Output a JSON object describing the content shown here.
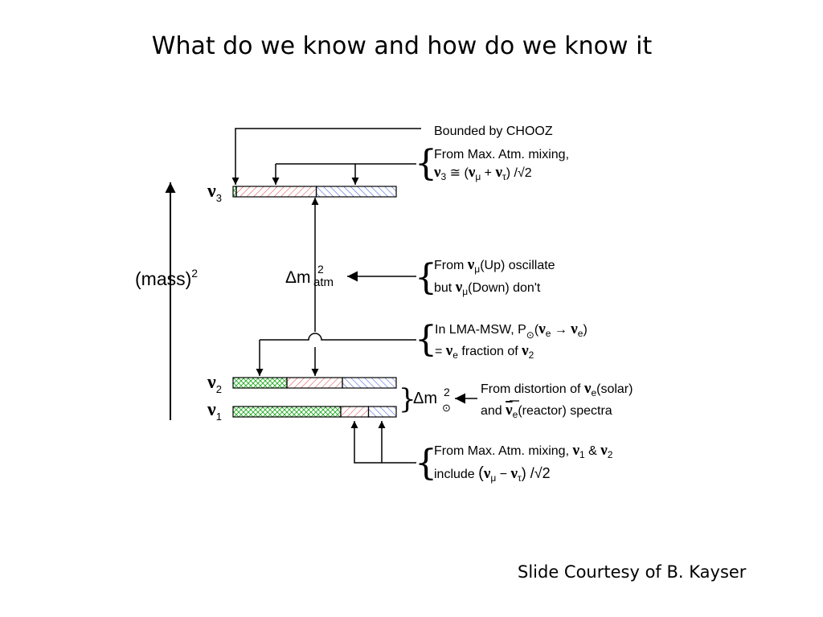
{
  "slide": {
    "title": "What do we know and how do we know it",
    "credit": "Slide Courtesy of B. Kayser"
  },
  "axis": {
    "label": "(mass)",
    "sup": "2"
  },
  "levels": {
    "nu3": {
      "nu": "ν",
      "sub": "3"
    },
    "nu2": {
      "nu": "ν",
      "sub": "2"
    },
    "nu1": {
      "nu": "ν",
      "sub": "1"
    }
  },
  "splittings": {
    "atm": {
      "delta": "Δm",
      "sup": "2",
      "sub": "atm"
    },
    "sol": {
      "delta": "Δm",
      "sup": "2",
      "sub": "⊙"
    }
  },
  "notes": {
    "chooz": "Bounded by CHOOZ",
    "maxmix3": {
      "l1": "From Max. Atm. mixing,",
      "l2_nu1": "ν",
      "l2_sub1": "3",
      "l2_eq": " ≅ (",
      "l2_nu2": "ν",
      "l2_sub2": "μ",
      "l2_plus": " + ",
      "l2_nu3": "ν",
      "l2_sub3": "τ",
      "l2_end": ") /√2"
    },
    "updown": {
      "l1a": "From ",
      "l1_nu": "ν",
      "l1_sub": "μ",
      "l1b": "(Up) oscillate",
      "l2a": "but ",
      "l2_nu": "ν",
      "l2_sub": "μ",
      "l2b": "(Down) don't"
    },
    "lma": {
      "l1a": "In LMA-MSW, P",
      "l1_sub": "⊙",
      "l1_paren": "(",
      "l1_nu1": "ν",
      "l1_e1": "e",
      "l1_arrow": " → ",
      "l1_nu2": "ν",
      "l1_e2": "e",
      "l1_end": ")",
      "l2a": "= ",
      "l2_nu1": "ν",
      "l2_e": "e",
      "l2b": " fraction of ",
      "l2_nu2": "ν",
      "l2_sub": "2"
    },
    "solar": {
      "l1a": "From distortion of ",
      "l1_nu": "ν",
      "l1_e": "e",
      "l1b": "(solar)",
      "l2a": "and ",
      "l2_nu": "ν",
      "l2_e": "e",
      "l2b": "(reactor) spectra"
    },
    "maxmix12": {
      "l1a": "From Max. Atm. mixing, ",
      "l1_nu1": "ν",
      "l1_sub1": "1",
      "l1_amp": " & ",
      "l1_nu2": "ν",
      "l1_sub2": "2",
      "l2a": "include ",
      "l2_paren": "(",
      "l2_nu1": "ν",
      "l2_sub1": "μ",
      "l2_minus": " − ",
      "l2_nu2": "ν",
      "l2_sub2": "τ",
      "l2_end": ") /√2"
    }
  },
  "colors": {
    "ink": "#000000",
    "flavor_e": "#22aa22",
    "flavor_mu": "#dd3333",
    "flavor_tau": "#3355dd"
  },
  "flavor_content": {
    "nu3": {
      "e": 0.02,
      "mu": 0.49,
      "tau": 0.49
    },
    "nu2": {
      "e": 0.33,
      "mu": 0.34,
      "tau": 0.33
    },
    "nu1": {
      "e": 0.66,
      "mu": 0.17,
      "tau": 0.17
    }
  }
}
